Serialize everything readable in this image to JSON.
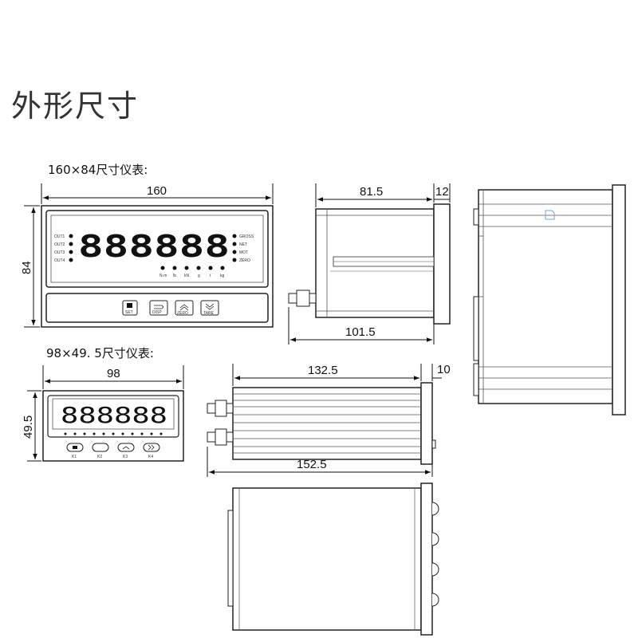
{
  "title": "外形尺寸",
  "captions": {
    "large": "160×84尺寸仪表:",
    "small": "98×49. 5尺寸仪表:"
  },
  "dims": {
    "w160": "160",
    "h84": "84",
    "d81_5": "81.5",
    "d12": "12",
    "d101_5": "101.5",
    "w98": "98",
    "h49_5": "49.5",
    "d132_5": "132.5",
    "d10": "10",
    "d152_5": "152.5"
  },
  "large_panel": {
    "display": "888888",
    "left_leds": [
      "OUT1",
      "OUT2",
      "OUT3",
      "OUT4"
    ],
    "right_leds": [
      "GROSS",
      "NET",
      "MOT",
      "ZERO"
    ],
    "units": [
      "N·m",
      "lb",
      "kN",
      "g",
      "t",
      "kg"
    ],
    "keys": [
      "SET",
      "DISP",
      "ZERO",
      "TARE"
    ]
  },
  "small_panel": {
    "display": "888888",
    "keys": [
      "K1",
      "K2",
      "K3",
      "K4"
    ]
  }
}
